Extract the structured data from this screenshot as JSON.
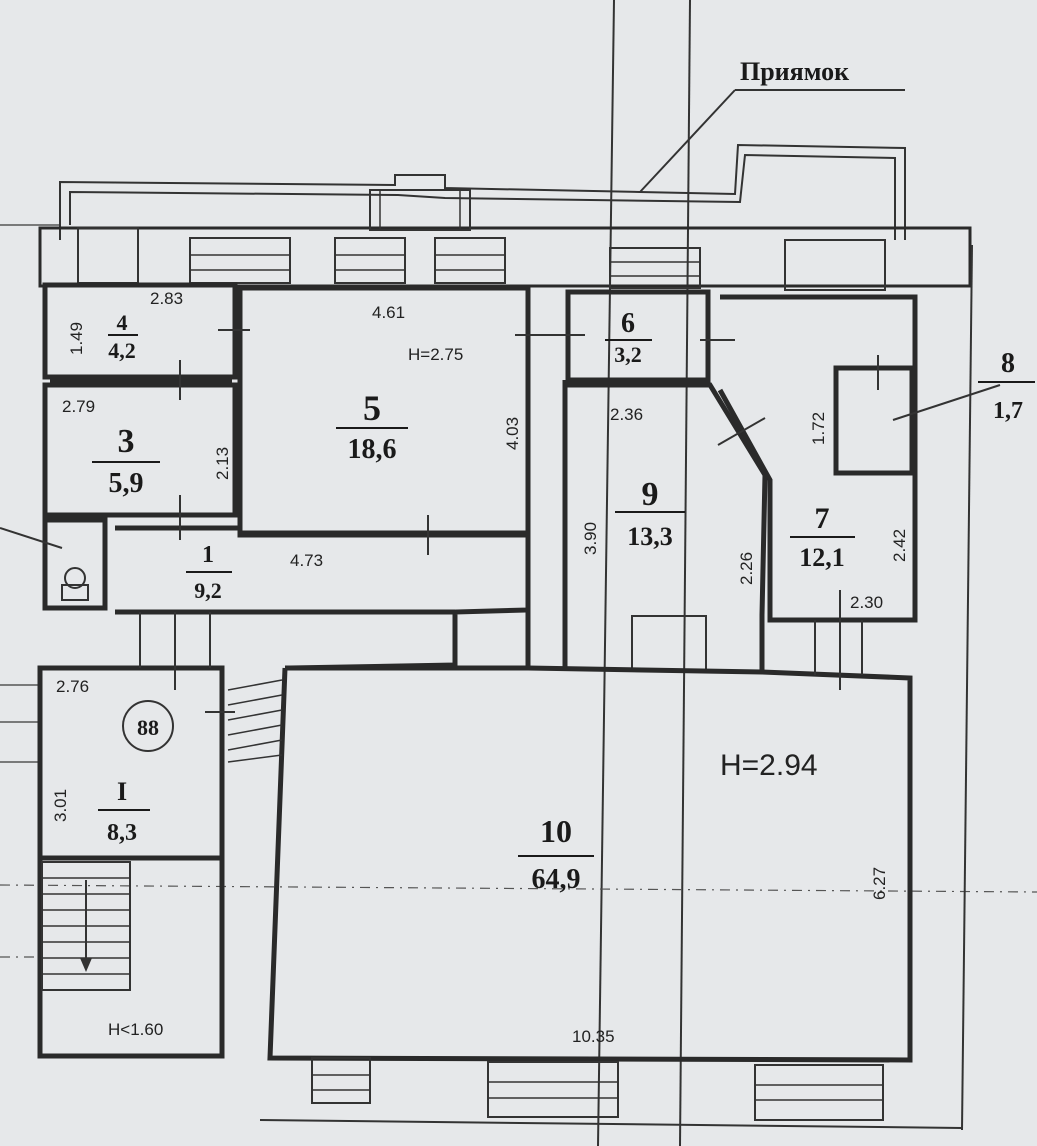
{
  "annotation": {
    "label": "Приямок"
  },
  "rooms": [
    {
      "id": "1",
      "number": "1",
      "area": "9,2"
    },
    {
      "id": "3",
      "number": "3",
      "area": "5,9"
    },
    {
      "id": "4",
      "number": "4",
      "area": "4,2"
    },
    {
      "id": "5",
      "number": "5",
      "area": "18,6"
    },
    {
      "id": "6",
      "number": "6",
      "area": "3,2"
    },
    {
      "id": "7",
      "number": "7",
      "area": "12,1"
    },
    {
      "id": "8",
      "number": "8",
      "area": "1,7"
    },
    {
      "id": "9",
      "number": "9",
      "area": "13,3"
    },
    {
      "id": "10",
      "number": "10",
      "area": "64,9"
    },
    {
      "id": "I",
      "number": "I",
      "area": "8,3"
    }
  ],
  "heights": {
    "room5": "H=2.75",
    "room10": "H=2.94",
    "stair": "H<1.60"
  },
  "dimensions": {
    "d283": "2.83",
    "d149": "1.49",
    "d461": "4.61",
    "d279": "2.79",
    "d213": "2.13",
    "d403": "4.03",
    "d473": "4.73",
    "d236": "2.36",
    "d390": "3.90",
    "d226": "2.26",
    "d172": "1.72",
    "d242": "2.42",
    "d230": "2.30",
    "d276": "2.76",
    "d301": "3.01",
    "d627": "6.27",
    "d1035": "10.35"
  },
  "stair_symbol": "88"
}
